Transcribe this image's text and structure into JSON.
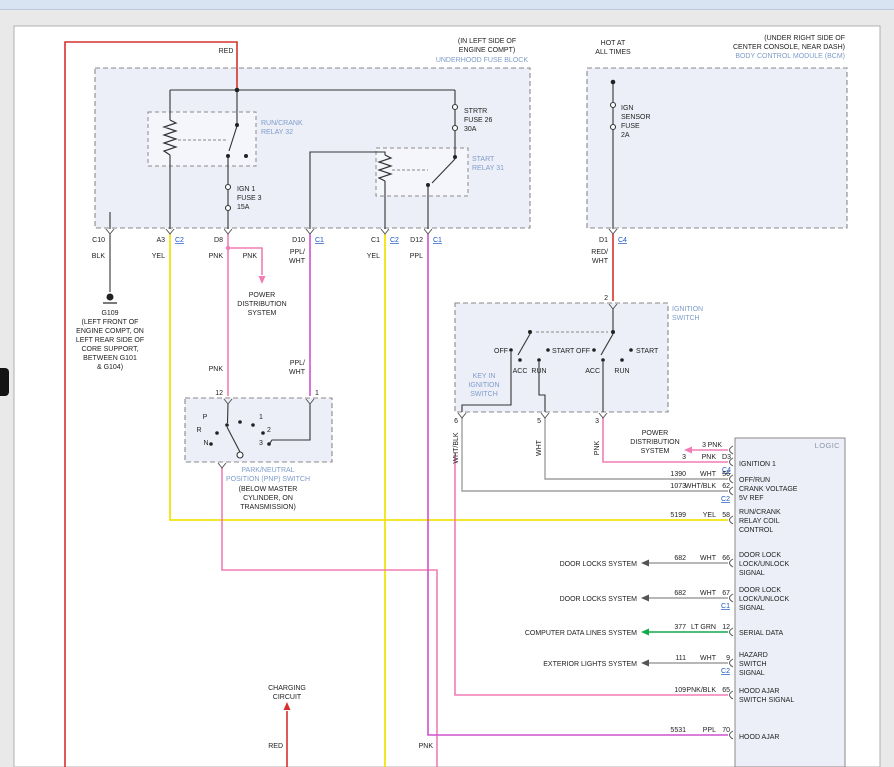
{
  "colors": {
    "red": "#d6312e",
    "yellow": "#f2e30c",
    "pink": "#f27db4",
    "purple": "#cf52cf",
    "green": "#12a84b",
    "white_wire": "#9f9f9f",
    "black_wire": "#333333",
    "component_blue": "#7d9cc9",
    "link_blue": "#1a56c4",
    "box_fill": "#edeff8"
  },
  "top": {
    "red_label": "RED",
    "fuse_block_location": [
      "(IN LEFT SIDE OF",
      "ENGINE COMPT)"
    ],
    "fuse_block_name": "UNDERHOOD FUSE BLOCK",
    "hot": [
      "HOT AT",
      "ALL TIMES"
    ],
    "bcm_location": [
      "(UNDER RIGHT SIDE OF",
      "CENTER CONSOLE, NEAR DASH)"
    ],
    "bcm_name": "BODY CONTROL MODULE (BCM)"
  },
  "fuse_block": {
    "run_crank_relay": [
      "RUN/CRANK",
      "RELAY 32"
    ],
    "ign1_fuse": [
      "IGN 1",
      "FUSE 3",
      "15A"
    ],
    "strtr_fuse": [
      "STRTR",
      "FUSE 26",
      "30A"
    ],
    "start_relay": [
      "START",
      "RELAY 31"
    ],
    "pins": {
      "c10": "C10",
      "a3": "A3",
      "a3_conn": "C2",
      "d8": "D8",
      "d10": "D10",
      "d10_conn": "C1",
      "c1": "C1",
      "c1_conn": "C2",
      "d12": "D12",
      "d12_conn": "C1"
    }
  },
  "bcm": {
    "fuse": [
      "IGN",
      "SENSOR",
      "FUSE",
      "2A"
    ],
    "pin_d1": "D1",
    "conn_c4": "C4",
    "logic_label": "LOGIC"
  },
  "wire_labels": {
    "blk": "BLK",
    "yel_a3": "YEL",
    "pnk_d8": "PNK",
    "pnk_branch": "PNK",
    "pplwht_d10": [
      "PPL/",
      "WHT"
    ],
    "yel_c1": "YEL",
    "ppl_d12": "PPL",
    "redwht": [
      "RED/",
      "WHT"
    ],
    "pnk_mid": "PNK",
    "pplwht_mid": [
      "PPL/",
      "WHT"
    ],
    "whtblk_vert": "WHT/BLK",
    "wht_vert": "WHT",
    "pnk_vert": "PNK",
    "red_bottom": "RED",
    "pnk_bottom": "PNK"
  },
  "ground": [
    "G109",
    "(LEFT FRONT OF",
    "ENGINE COMPT, ON",
    "LEFT REAR SIDE OF",
    "CORE SUPPORT,",
    "BETWEEN G101",
    "& G104)"
  ],
  "power_distribution": [
    "POWER",
    "DISTRIBUTION",
    "SYSTEM"
  ],
  "pnp": {
    "pin12": "12",
    "pin1": "1",
    "positions": [
      "P",
      "R",
      "N",
      "1",
      "2",
      "3"
    ],
    "name": [
      "PARK/NEUTRAL",
      "POSITION (PNP) SWITCH"
    ],
    "location": [
      "(BELOW MASTER",
      "CYLINDER, ON",
      "TRANSMISSION)"
    ]
  },
  "ignition": {
    "name": [
      "IGNITION",
      "SWITCH"
    ],
    "pin2": "2",
    "pin6": "6",
    "pin5": "5",
    "pin3": "3",
    "positions": [
      "OFF",
      "ACC",
      "RUN",
      "START"
    ],
    "key_in": [
      "KEY IN",
      "IGNITION",
      "SWITCH"
    ]
  },
  "charging": [
    "CHARGING",
    "CIRCUIT"
  ],
  "rows": {
    "d3": {
      "sys": [
        "POWER",
        "DISTRIBUTION",
        "SYSTEM"
      ],
      "ckt": "3",
      "clr": "PNK",
      "pin": "D3"
    },
    "c4": {
      "ckt": "3",
      "clr": "PNK",
      "pin": "C4",
      "sig": [
        "IGNITION 1"
      ]
    },
    "p56": {
      "ckt": "1390",
      "clr": "WHT",
      "pin": "56",
      "sig": [
        "OFF/RUN"
      ]
    },
    "p62": {
      "ckt": "1073",
      "clr": "WHT/BLK",
      "pin": "62",
      "conn": "C2",
      "sig": [
        "CRANK VOLTAGE",
        "5V REF"
      ]
    },
    "p58": {
      "ckt": "5199",
      "clr": "YEL",
      "pin": "58",
      "sig": [
        "RUN/CRANK",
        "RELAY COIL",
        "CONTROL"
      ]
    },
    "p66": {
      "sys": "DOOR LOCKS SYSTEM",
      "ckt": "682",
      "clr": "WHT",
      "pin": "66",
      "sig": [
        "DOOR LOCK",
        "LOCK/UNLOCK",
        "SIGNAL"
      ]
    },
    "p67": {
      "sys": "DOOR LOCKS SYSTEM",
      "ckt": "682",
      "clr": "WHT",
      "pin": "67",
      "conn": "C1",
      "sig": [
        "DOOR LOCK",
        "LOCK/UNLOCK",
        "SIGNAL"
      ]
    },
    "p12": {
      "sys": "COMPUTER DATA LINES SYSTEM",
      "ckt": "377",
      "clr": "LT GRN",
      "pin": "12",
      "sig": [
        "SERIAL DATA"
      ]
    },
    "p9": {
      "sys": "EXTERIOR LIGHTS SYSTEM",
      "ckt": "111",
      "clr": "WHT",
      "pin": "9",
      "conn": "C2",
      "sig": [
        "HAZARD",
        "SWITCH",
        "SIGNAL"
      ]
    },
    "p65": {
      "ckt": "109",
      "clr": "PNK/BLK",
      "pin": "65",
      "sig": [
        "HOOD AJAR",
        "SWITCH SIGNAL"
      ]
    },
    "p70": {
      "ckt": "5531",
      "clr": "PPL",
      "pin": "70",
      "sig": [
        "HOOD AJAR"
      ]
    }
  }
}
